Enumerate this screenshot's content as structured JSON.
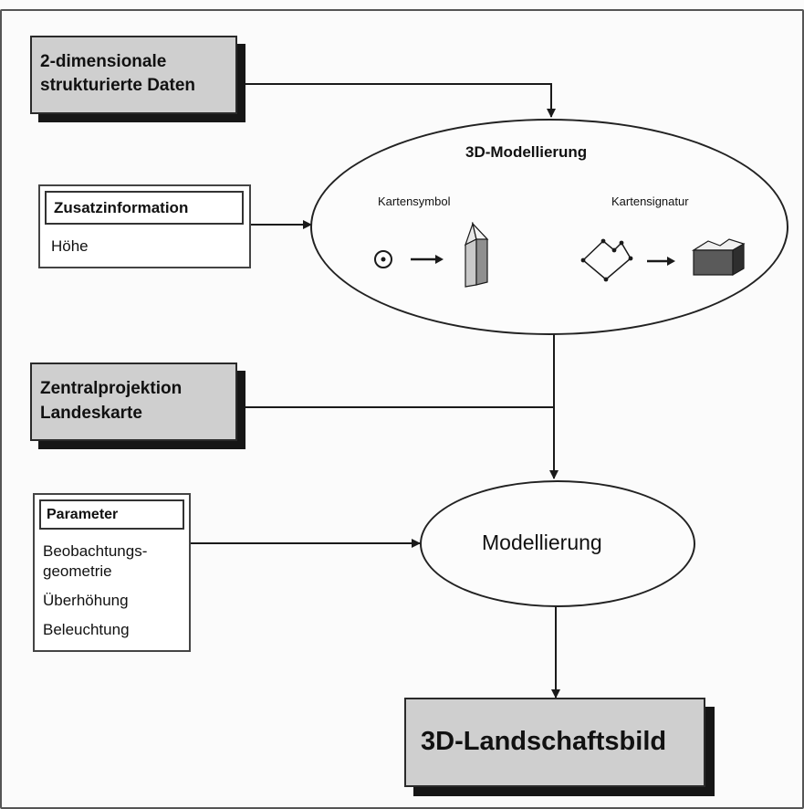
{
  "inputs": {
    "daten": {
      "line1": "2-dimensionale",
      "line2": "strukturierte Daten"
    },
    "zusatz": {
      "header": "Zusatzinformation",
      "item": "Höhe"
    },
    "zentral": {
      "line1": "Zentralprojektion",
      "line2": "Landeskarte"
    },
    "parameter": {
      "header": "Parameter",
      "items": [
        "Beobachtungs-",
        "geometrie",
        "Überhöhung",
        "Beleuchtung"
      ]
    }
  },
  "modellierung_3d": {
    "title": "3D-Modellierung",
    "symbol_label": "Kartensymbol",
    "signatur_label": "Kartensignatur"
  },
  "modellierung": {
    "label": "Modellierung"
  },
  "output": {
    "label": "3D-Landschaftsbild"
  }
}
